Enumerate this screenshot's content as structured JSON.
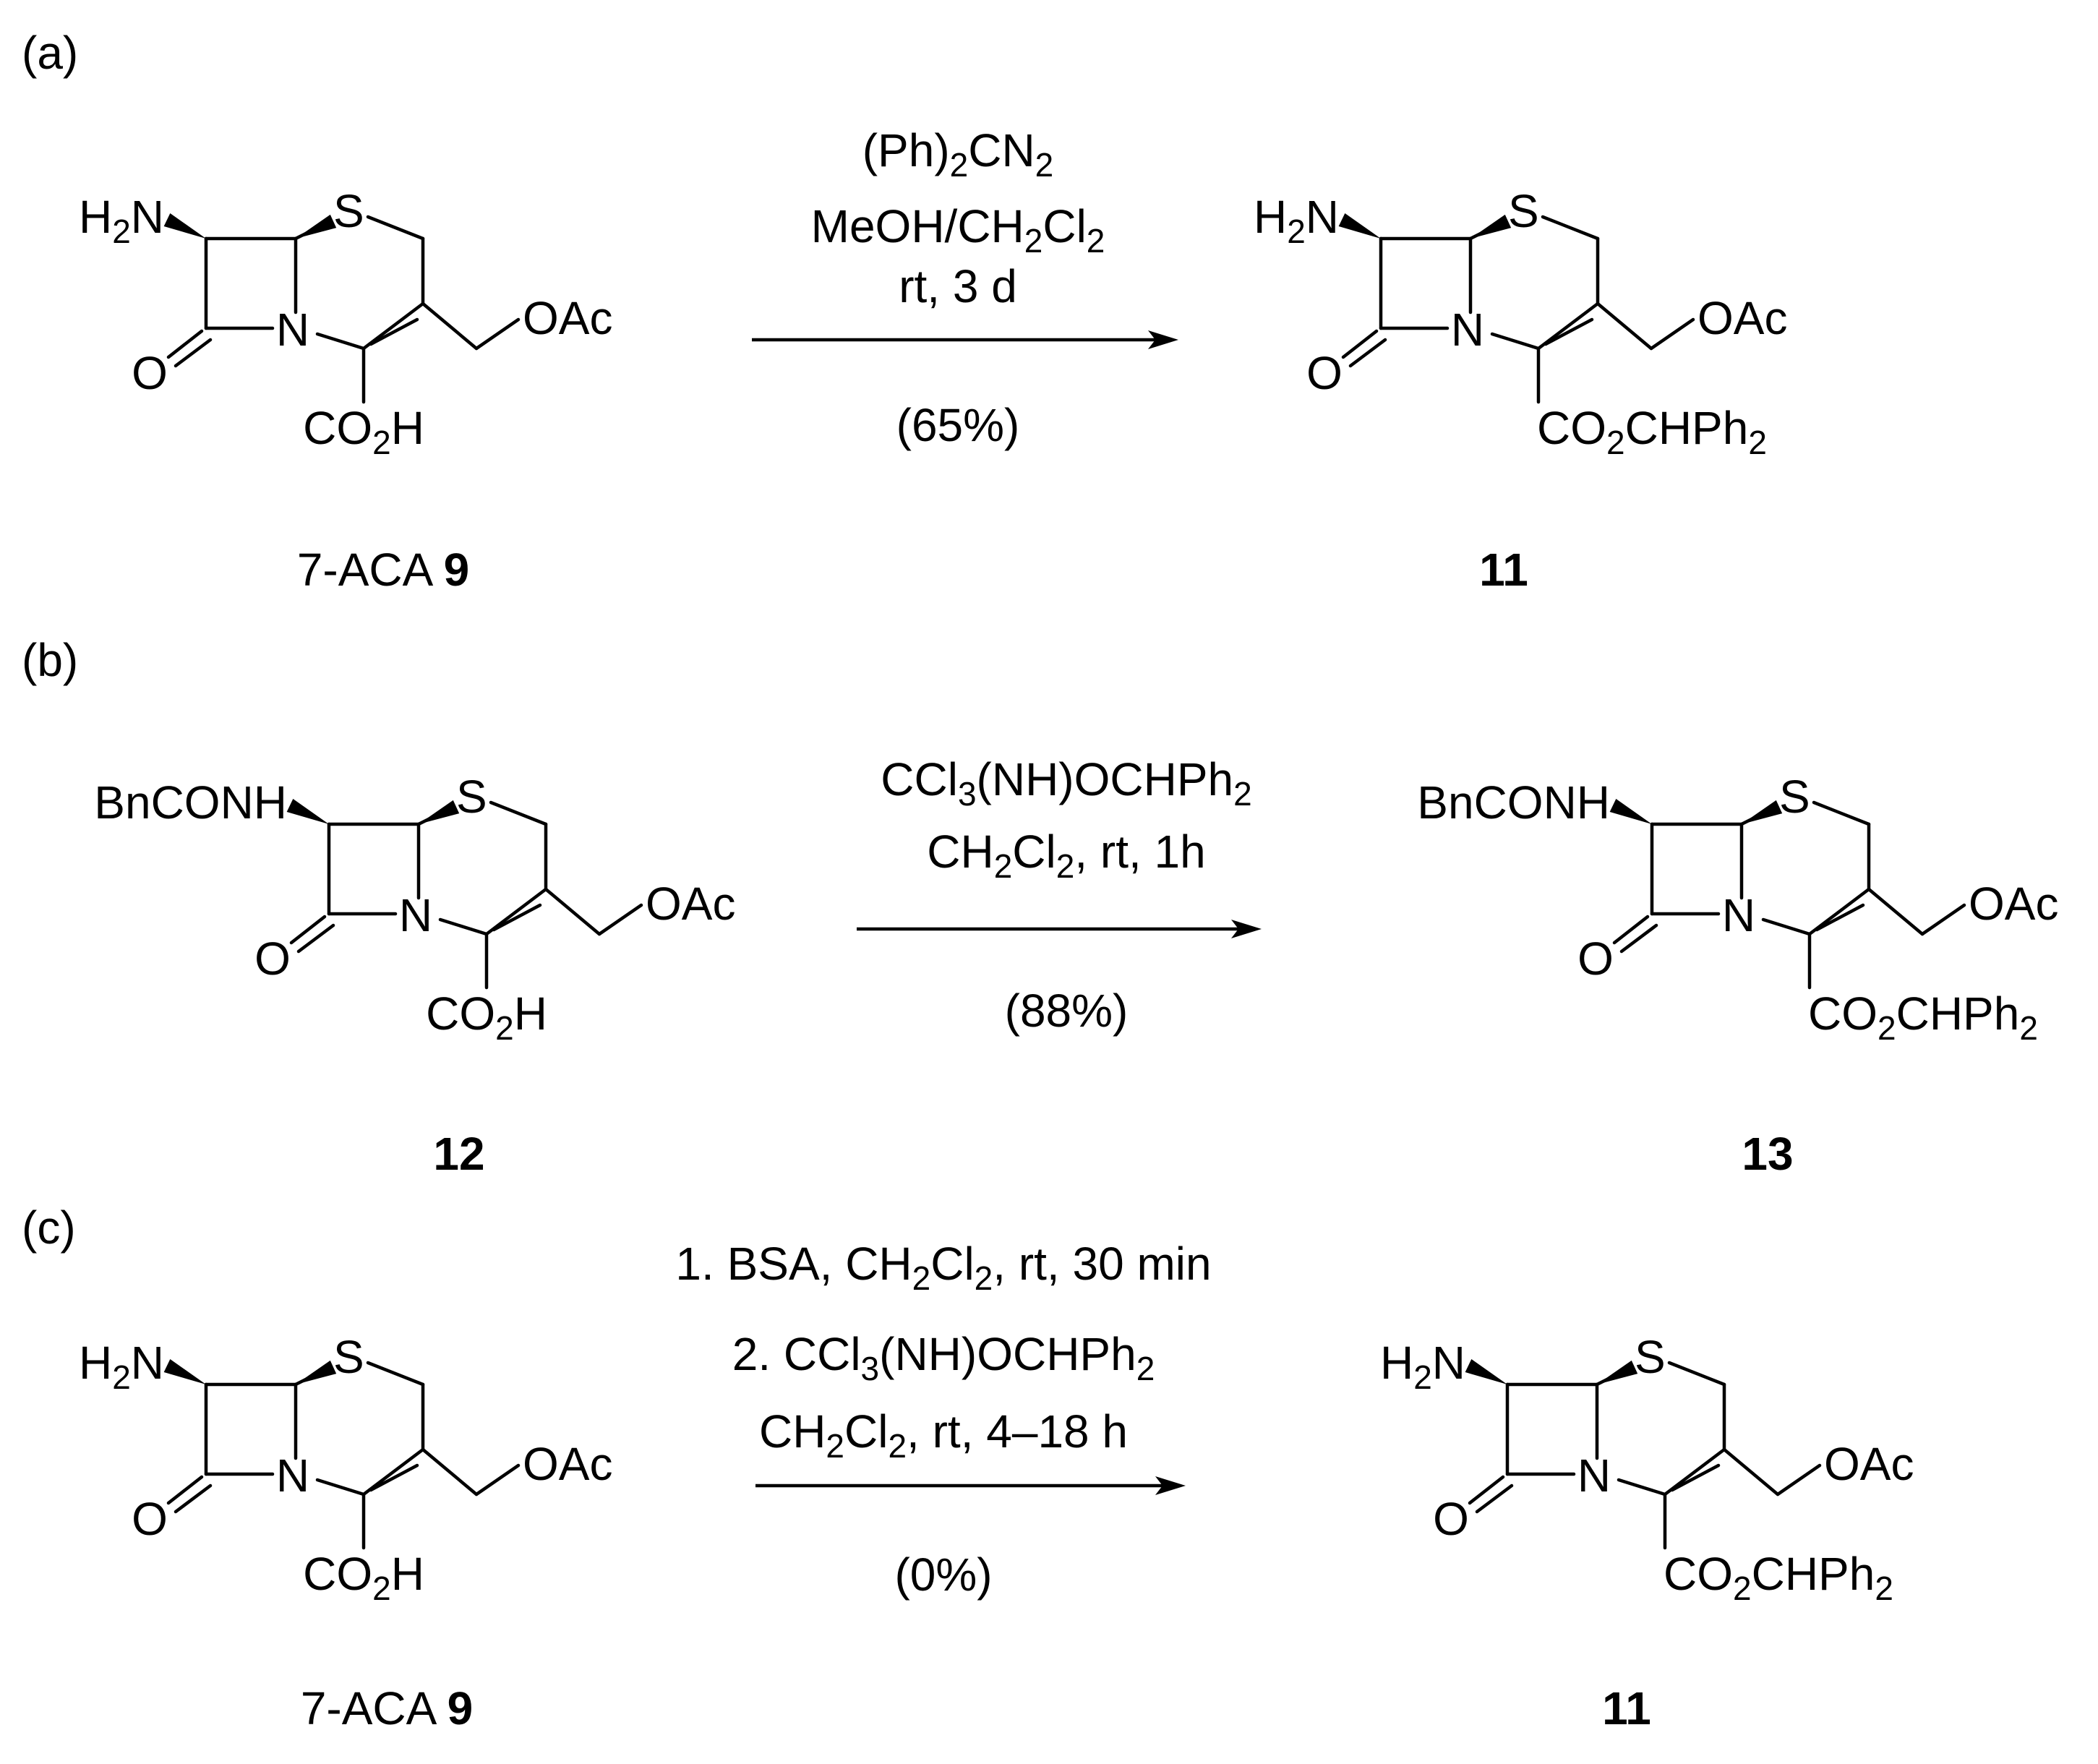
{
  "panels": [
    {
      "label": "(a)",
      "reactant": {
        "amine": "H2N",
        "acid": "CO2H",
        "name": "7-ACA",
        "number": "9"
      },
      "conditions": [
        "(Ph)2CN2",
        "MeOH/CH2Cl2",
        "rt, 3 d"
      ],
      "yield": "(65%)",
      "product": {
        "amine": "H2N",
        "ester": "CO2CHPh2",
        "number": "11"
      }
    },
    {
      "label": "(b)",
      "reactant": {
        "amine": "BnCONH",
        "acid": "CO2H",
        "name": "",
        "number": "12"
      },
      "conditions": [
        "CCl3(NH)OCHPh2",
        "CH2Cl2, rt, 1h"
      ],
      "yield": "(88%)",
      "product": {
        "amine": "BnCONH",
        "ester": "CO2CHPh2",
        "number": "13"
      }
    },
    {
      "label": "(c)",
      "reactant": {
        "amine": "H2N",
        "acid": "CO2H",
        "name": "7-ACA",
        "number": "9"
      },
      "conditions": [
        "1. BSA, CH2Cl2, rt, 30 min",
        "2. CCl3(NH)OCHPh2",
        "CH2Cl2, rt, 4–18 h"
      ],
      "yield": "(0%)",
      "product": {
        "amine": "H2N",
        "ester": "CO2CHPh2",
        "number": "11"
      }
    }
  ],
  "atoms": {
    "sulfur": "S",
    "nitrogen": "N",
    "oxygen": "O",
    "acetoxy": "OAc"
  }
}
